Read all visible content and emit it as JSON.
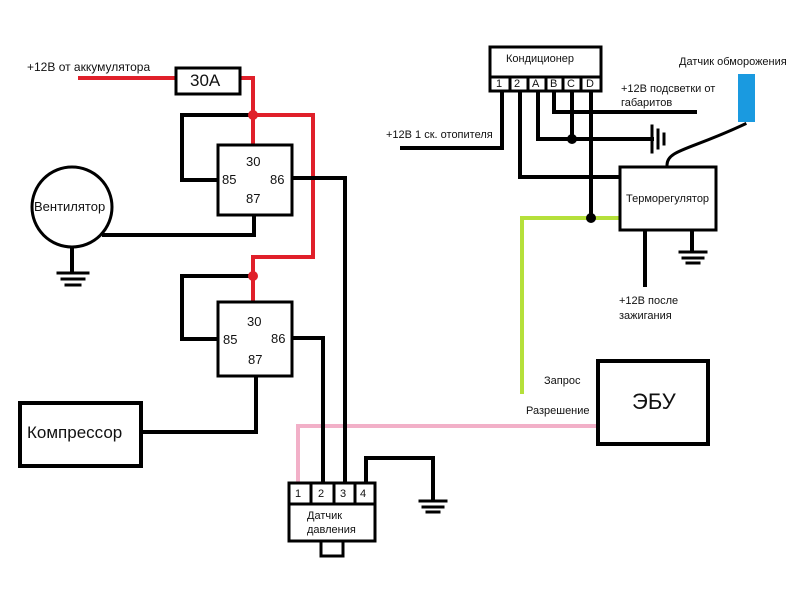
{
  "colors": {
    "wire": "#000000",
    "power_wire": "#e0202a",
    "request_wire": "#b5e03a",
    "permission_wire": "#f2b0c8",
    "frost_sensor": "#1a9ae0"
  },
  "labels": {
    "battery": "+12В от аккумулятора",
    "fuse": "30A",
    "fan": "Вентилятор",
    "compressor": "Компрессор",
    "heater": "+12В 1 ск. отопителя",
    "ac_unit": "Кондиционер",
    "lights": "+12В подсветки от габаритов",
    "frost_sensor": "Датчик обморожения",
    "thermostat": "Терморегулятор",
    "ignition": "+12В после зажигания",
    "request": "Запрос",
    "permission": "Разрешение",
    "ecu": "ЭБУ",
    "pressure_sensor": "Датчик давления"
  },
  "relay1": {
    "pins": [
      "30",
      "85",
      "86",
      "87"
    ]
  },
  "relay2": {
    "pins": [
      "30",
      "85",
      "86",
      "87"
    ]
  },
  "ac_pins": [
    "1",
    "2",
    "A",
    "B",
    "C",
    "D"
  ],
  "pressure_pins": [
    "1",
    "2",
    "3",
    "4"
  ]
}
